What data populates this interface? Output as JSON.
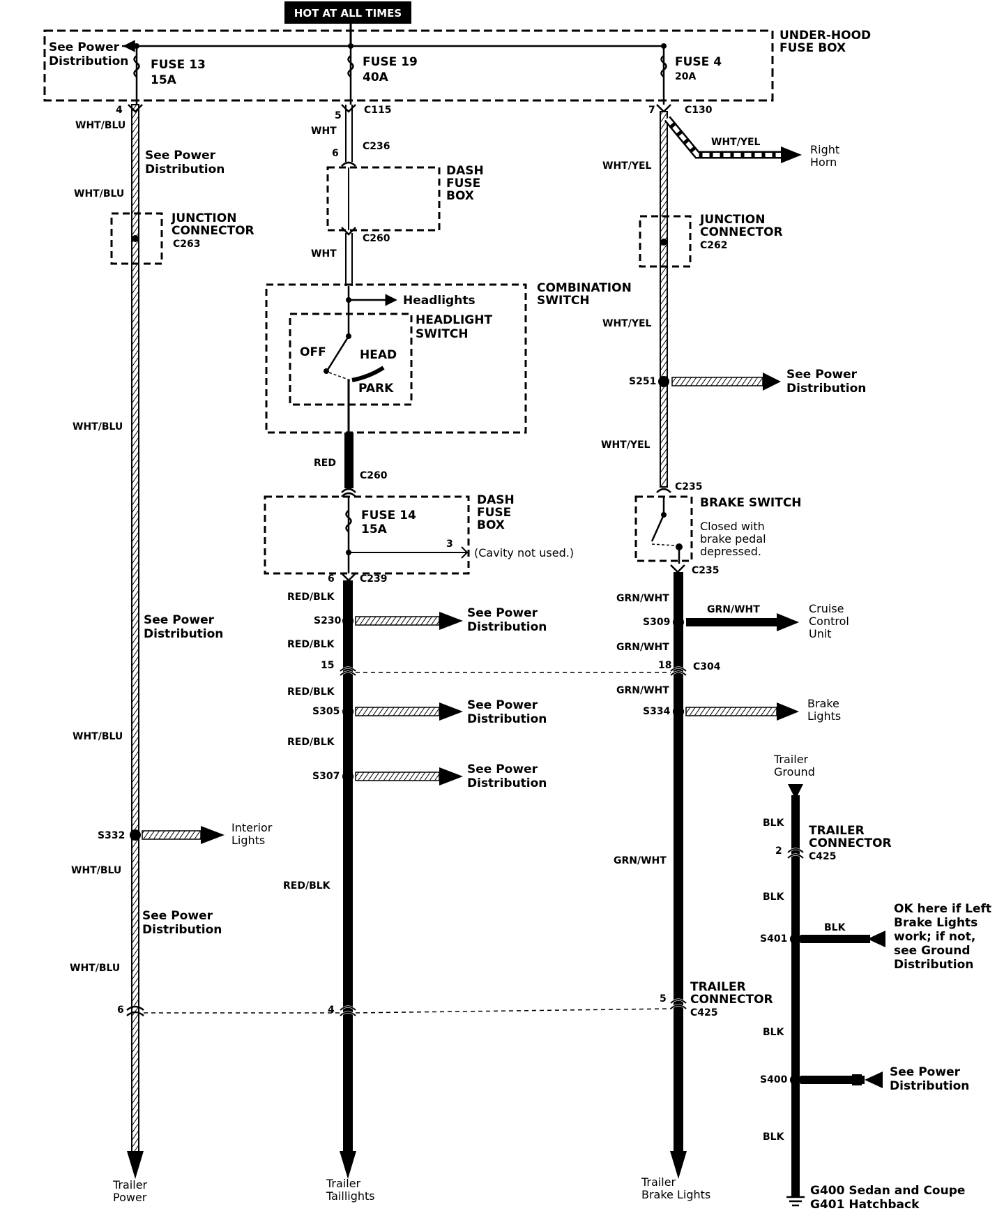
{
  "header": "HOT AT ALL TIMES",
  "fusebox": {
    "title_line1": "UNDER-HOOD",
    "title_line2": "FUSE BOX",
    "see_power_line1": "See Power",
    "see_power_line2": "Distribution",
    "fuse13_name": "FUSE 13",
    "fuse13_amp": "15A",
    "fuse19_name": "FUSE 19",
    "fuse19_amp": "40A",
    "fuse4_name": "FUSE 4",
    "fuse4_amp": "20A"
  },
  "col1": {
    "pin_top": "4",
    "wire": "WHT/BLU",
    "see_power_a1": "See Power",
    "see_power_a2": "Distribution",
    "junction_l1": "JUNCTION",
    "junction_l2": "CONNECTOR",
    "junction_id": "C263",
    "see_power_b1": "See Power",
    "see_power_b2": "Distribution",
    "splice": "S332",
    "interior_l1": "Interior",
    "interior_l2": "Lights",
    "see_power_c1": "See Power",
    "see_power_c2": "Distribution",
    "pin_bottom": "6",
    "end_l1": "Trailer",
    "end_l2": "Power"
  },
  "col2": {
    "pin_c115": "5",
    "c115": "C115",
    "wire_wht": "WHT",
    "pin_c236": "6",
    "c236": "C236",
    "dash_l1": "DASH",
    "dash_l2": "FUSE",
    "dash_l3": "BOX",
    "c260": "C260",
    "combo_l1": "COMBINATION",
    "combo_l2": "SWITCH",
    "headlights": "Headlights",
    "hsw_l1": "HEADLIGHT",
    "hsw_l2": "SWITCH",
    "off": "OFF",
    "head": "HEAD",
    "park": "PARK",
    "wire_red": "RED",
    "fuse14_name": "FUSE 14",
    "fuse14_amp": "15A",
    "pin3": "3",
    "cavity": "(Cavity not used.)",
    "pin_c239": "6",
    "c239": "C239",
    "wire_redblk": "RED/BLK",
    "s230": "S230",
    "s305": "S305",
    "s307": "S307",
    "see_l1": "See Power",
    "see_l2": "Distribution",
    "pin15": "15",
    "pin4": "4",
    "end_l1": "Trailer",
    "end_l2": "Taillights"
  },
  "col3": {
    "pin_c130": "7",
    "c130": "C130",
    "wire_whtyel": "WHT/YEL",
    "horn_l1": "Right",
    "horn_l2": "Horn",
    "junction_l1": "JUNCTION",
    "junction_l2": "CONNECTOR",
    "junction_id": "C262",
    "s251": "S251",
    "see_l1": "See Power",
    "see_l2": "Distribution",
    "c235": "C235",
    "brake_sw": "BRAKE SWITCH",
    "brake_n1": "Closed with",
    "brake_n2": "brake pedal",
    "brake_n3": "depressed.",
    "wire_grnwht": "GRN/WHT",
    "s309": "S309",
    "cruise_l1": "Cruise",
    "cruise_l2": "Control",
    "cruise_l3": "Unit",
    "pin18": "18",
    "c304": "C304",
    "s334": "S334",
    "brake_l1": "Brake",
    "brake_l2": "Lights",
    "pin5": "5",
    "trailer_conn_l1": "TRAILER",
    "trailer_conn_l2": "CONNECTOR",
    "c425": "C425",
    "end_l1": "Trailer",
    "end_l2": "Brake Lights"
  },
  "col4": {
    "ground_l1": "Trailer",
    "ground_l2": "Ground",
    "wire_blk": "BLK",
    "pin2": "2",
    "trailer_conn_l1": "TRAILER",
    "trailer_conn_l2": "CONNECTOR",
    "c425": "C425",
    "s401": "S401",
    "ok_l1": "OK here if Left",
    "ok_l2": "Brake Lights",
    "ok_l3": "work; if not,",
    "ok_l4": "see Ground",
    "ok_l5": "Distribution",
    "s400": "S400",
    "see_l1": "See Power",
    "see_l2": "Distribution",
    "g400": "G400 Sedan and Coupe",
    "g401": "G401 Hatchback"
  }
}
